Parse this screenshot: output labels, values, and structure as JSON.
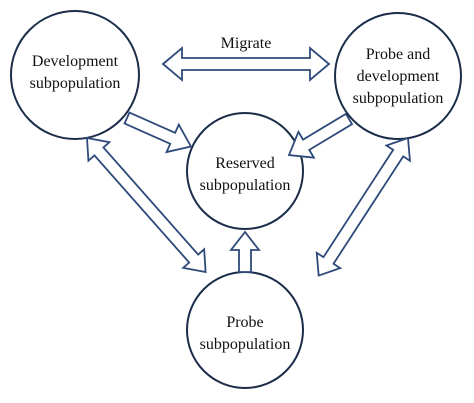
{
  "migrate_label": "Migrate",
  "nodes": {
    "development": {
      "line1": "Development",
      "line2": "subpopulation"
    },
    "probe_development": {
      "line1": "Probe and",
      "line2": "development",
      "line3": "subpopulation"
    },
    "reserved": {
      "line1": "Reserved",
      "line2": "subpopulation"
    },
    "probe": {
      "line1": "Probe",
      "line2": "subpopulation"
    }
  },
  "colors": {
    "circle_stroke": "#1c2d4a",
    "arrow_stroke": "#2e4a7a"
  }
}
